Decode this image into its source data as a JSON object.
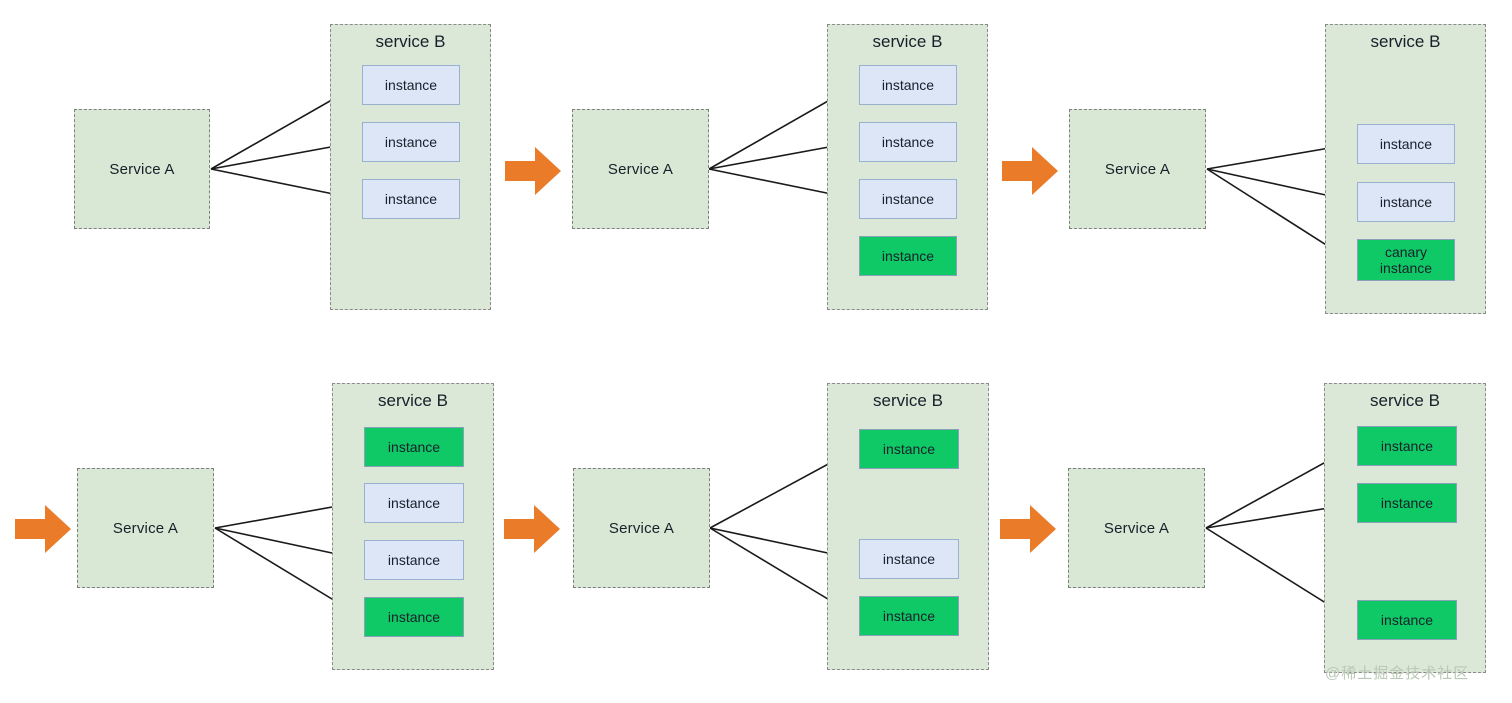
{
  "diagram": {
    "title": "canary-release-progression",
    "colors": {
      "service_box_fill": "#d9e7d5",
      "service_b_fill": "#dbe8d7",
      "instance_blue_fill": "#dde6f7",
      "instance_green_fill": "#0ec965",
      "step_arrow_orange": "#ea7b28",
      "arrow_stroke": "#1a1a1a",
      "dashed_border": "#7f7f7f"
    },
    "labels": {
      "service_a": "Service A",
      "service_b": "service B",
      "instance": "instance",
      "canary_instance": "canary\ninstance",
      "canary_line1": "canary",
      "canary_line2": "instance"
    },
    "watermark": "@稀土掘金技术社区",
    "steps": [
      {
        "id": "step-1",
        "row": "top",
        "index": 1,
        "service_a_label": "Service A",
        "service_b_label": "service B",
        "has_step_arrow": false,
        "instances": [
          {
            "label": "instance",
            "color": "blue",
            "has_arrow": true
          },
          {
            "label": "instance",
            "color": "blue",
            "has_arrow": true
          },
          {
            "label": "instance",
            "color": "blue",
            "has_arrow": true
          }
        ]
      },
      {
        "id": "step-2",
        "row": "top",
        "index": 2,
        "service_a_label": "Service A",
        "service_b_label": "service B",
        "has_step_arrow": true,
        "instances": [
          {
            "label": "instance",
            "color": "blue",
            "has_arrow": true
          },
          {
            "label": "instance",
            "color": "blue",
            "has_arrow": true
          },
          {
            "label": "instance",
            "color": "blue",
            "has_arrow": true
          },
          {
            "label": "instance",
            "color": "green",
            "has_arrow": false
          }
        ]
      },
      {
        "id": "step-3",
        "row": "top",
        "index": 3,
        "service_a_label": "Service A",
        "service_b_label": "service B",
        "has_step_arrow": true,
        "instances": [
          {
            "label": "instance",
            "color": "blue",
            "has_arrow": true
          },
          {
            "label": "instance",
            "color": "blue",
            "has_arrow": true
          },
          {
            "label": "canary instance",
            "color": "green",
            "has_arrow": true
          }
        ]
      },
      {
        "id": "step-4",
        "row": "bottom",
        "index": 4,
        "service_a_label": "Service A",
        "service_b_label": "service B",
        "has_step_arrow": true,
        "instances": [
          {
            "label": "instance",
            "color": "green",
            "has_arrow": false
          },
          {
            "label": "instance",
            "color": "blue",
            "has_arrow": true
          },
          {
            "label": "instance",
            "color": "blue",
            "has_arrow": true
          },
          {
            "label": "instance",
            "color": "green",
            "has_arrow": true
          }
        ]
      },
      {
        "id": "step-5",
        "row": "bottom",
        "index": 5,
        "service_a_label": "Service A",
        "service_b_label": "service B",
        "has_step_arrow": true,
        "instances": [
          {
            "label": "instance",
            "color": "green",
            "has_arrow": true
          },
          {
            "label": "instance",
            "color": "blue",
            "has_arrow": true
          },
          {
            "label": "instance",
            "color": "green",
            "has_arrow": true
          }
        ]
      },
      {
        "id": "step-6",
        "row": "bottom",
        "index": 6,
        "service_a_label": "Service A",
        "service_b_label": "service B",
        "has_step_arrow": true,
        "instances": [
          {
            "label": "instance",
            "color": "green",
            "has_arrow": true
          },
          {
            "label": "instance",
            "color": "green",
            "has_arrow": true
          },
          {
            "label": "instance",
            "color": "green",
            "has_arrow": true
          }
        ]
      }
    ]
  }
}
